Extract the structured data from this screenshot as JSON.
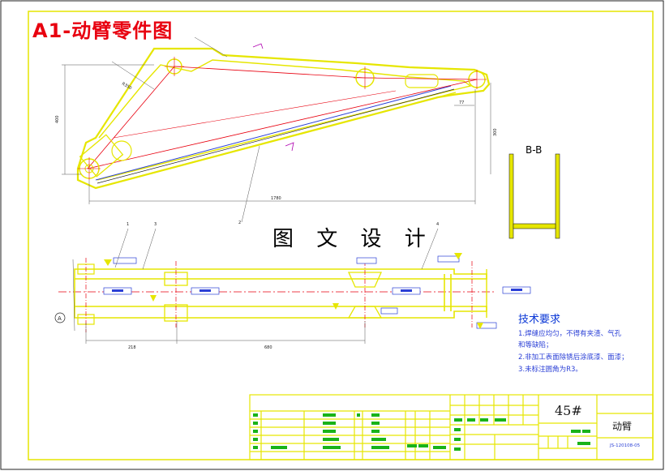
{
  "drawing": {
    "title": "A1-动臂零件图",
    "watermark": "图 文 设 计",
    "section_label": "B-B",
    "requirements": {
      "heading": "技术要求",
      "items": [
        "1.焊缝应均匀，不得有夹渣、气孔",
        "   和等缺陷；",
        "2.非加工表面除锈后涂底漆、面漆；",
        "3.未标注圆角为R3。"
      ]
    },
    "title_block": {
      "material": "45#",
      "part_name": "动臂",
      "drawing_no": "JS-120108-05"
    },
    "dimensions": {
      "overall_length": "1780",
      "lower_span": "680",
      "left_span": "218",
      "height": "400",
      "right_height": "300",
      "offset": "77",
      "radius": "R350"
    },
    "callouts": [
      "1",
      "2",
      "3",
      "4"
    ],
    "datum": "A"
  }
}
